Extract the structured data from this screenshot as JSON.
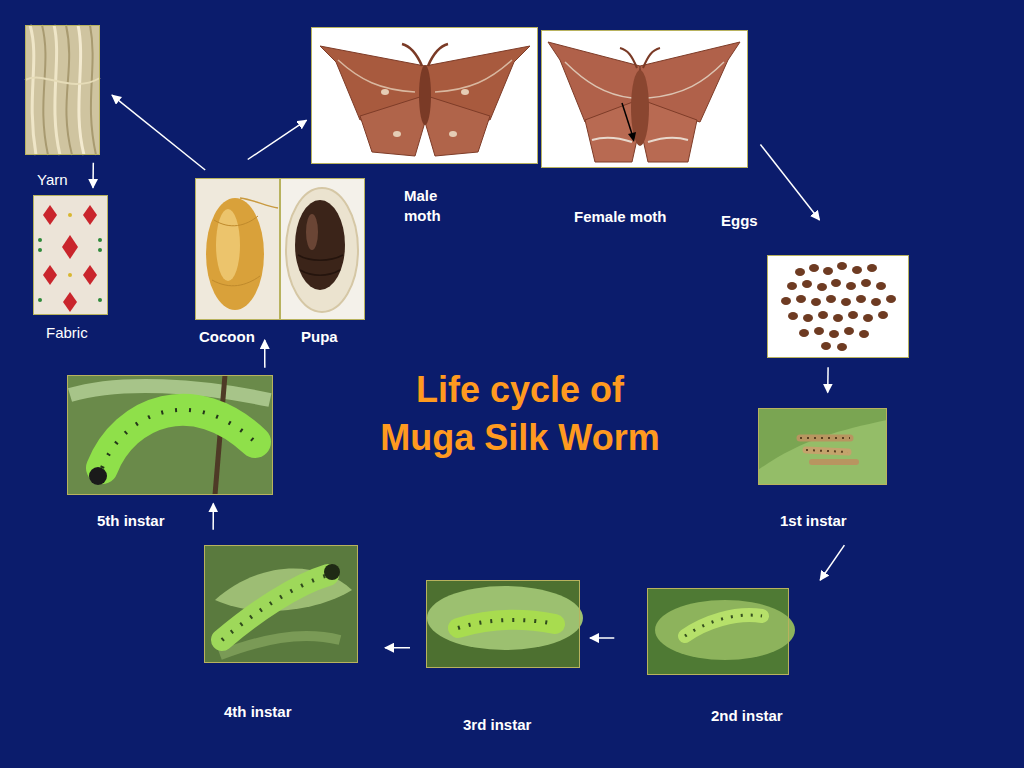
{
  "diagram": {
    "title": "Life cycle of Muga Silk Worm",
    "nodes": [
      {
        "text": [
          "Yarn"
        ]
      },
      {
        "text": [
          "Fabric"
        ]
      },
      {
        "text": [
          "Cocoon"
        ]
      },
      {
        "text": [
          "Pupa"
        ]
      },
      {
        "text": [
          "Male moth"
        ]
      },
      {
        "text": [
          "Female moth"
        ]
      },
      {
        "text": [
          "Eggs"
        ]
      },
      {
        "text": [
          "1st instar"
        ]
      },
      {
        "text": [
          "2nd instar"
        ]
      },
      {
        "text": [
          "3rd instar"
        ]
      },
      {
        "text": [
          "4th instar"
        ]
      },
      {
        "text": [
          "5th instar"
        ]
      }
    ],
    "edges": [
      {
        "from": 5,
        "to": 6,
        "arrow": "to"
      },
      {
        "from": 6,
        "to": 7,
        "arrow": "to"
      },
      {
        "from": 7,
        "to": 8,
        "arrow": "to"
      },
      {
        "from": 8,
        "to": 9,
        "arrow": "to"
      },
      {
        "from": 9,
        "to": 10,
        "arrow": "to"
      },
      {
        "from": 10,
        "to": 11,
        "arrow": "to"
      },
      {
        "from": 11,
        "to": 2,
        "arrow": "to"
      },
      {
        "from": 2,
        "to": 0,
        "arrow": "to"
      },
      {
        "from": 2,
        "to": 4,
        "arrow": "to"
      },
      {
        "from": 0,
        "to": 1,
        "arrow": "to"
      }
    ]
  }
}
